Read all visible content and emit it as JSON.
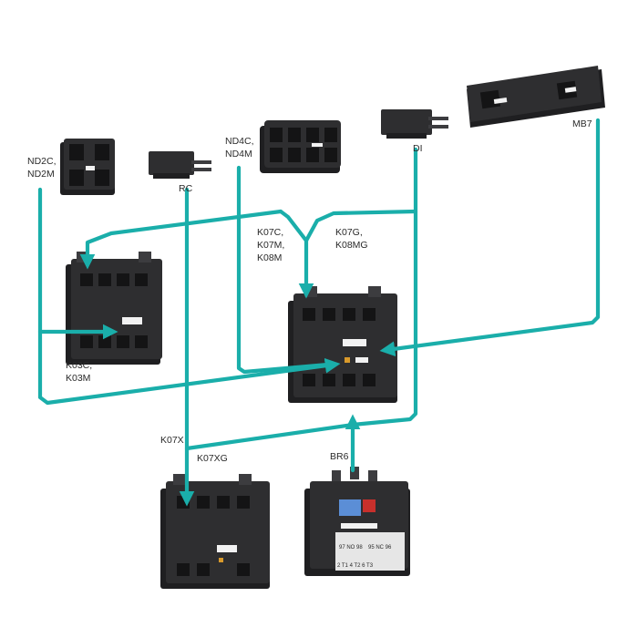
{
  "labels": {
    "nd2": [
      "ND2C,",
      "ND2M"
    ],
    "rc": "RC",
    "nd4": [
      "ND4C,",
      "ND4M"
    ],
    "di": "DI",
    "mb7": "MB7",
    "k07c": [
      "K07C,",
      "K07M,",
      "K08M"
    ],
    "k07g": [
      "K07G,",
      "K08MG"
    ],
    "k03": [
      "K03C,",
      "K03M"
    ],
    "k07x": "K07X",
    "k07xg": "K07XG",
    "br6": "BR6",
    "br6_terminals_top": "97 NO 98",
    "br6_terminals_mid": "95 NC 96",
    "br6_terminals_bottom": "2 T1   4 T2   6 T3"
  },
  "colors": {
    "connector": "#1aaeaa",
    "device_body": "#2e2e30",
    "label_text": "#2a2a2a"
  }
}
